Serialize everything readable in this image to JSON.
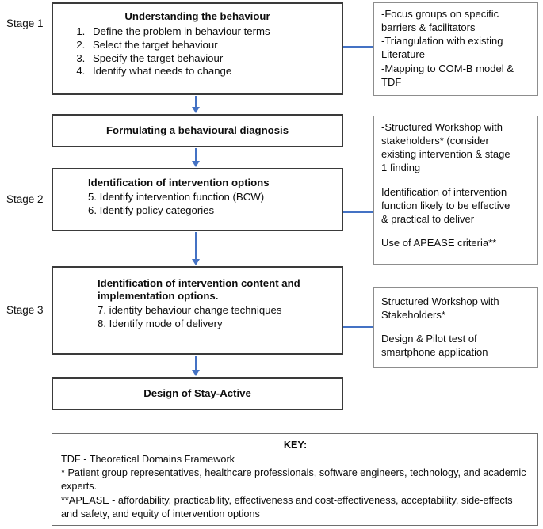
{
  "colors": {
    "connector": "#4472c4",
    "box_border": "#3a3a3a",
    "side_border": "#8d8d8d",
    "text": "#0d0d0d",
    "background": "#ffffff"
  },
  "stage_labels": {
    "stage1": "Stage 1",
    "stage2": "Stage 2",
    "stage3": "Stage 3"
  },
  "boxes": {
    "understanding": {
      "title": "Understanding the behaviour",
      "items": [
        "Define the problem in behaviour terms",
        "Select the target behaviour",
        "Specify the target behaviour",
        "Identify what needs to change"
      ]
    },
    "diagnosis": {
      "title": "Formulating a behavioural diagnosis"
    },
    "intervention_options": {
      "title": "Identification of intervention options",
      "items": [
        "5. Identify intervention function (BCW)",
        "6. Identify policy categories"
      ]
    },
    "intervention_content": {
      "title_line1": "Identification of intervention content and",
      "title_line2": "implementation options.",
      "items": [
        "7. identity behaviour change techniques",
        "8. Identify mode of delivery"
      ]
    },
    "design": {
      "title": "Design of Stay-Active"
    }
  },
  "side_notes": {
    "stage1": [
      "-Focus groups on specific",
      "barriers & facilitators",
      "-Triangulation with existing",
      "Literature",
      "-Mapping to COM-B model &",
      "TDF"
    ],
    "stage2_block1": [
      "-Structured Workshop with",
      "stakeholders* (consider",
      "existing intervention & stage",
      "1 finding"
    ],
    "stage2_block2": [
      "Identification of intervention",
      "function likely to be effective",
      "& practical to deliver"
    ],
    "stage2_block3": [
      "Use of APEASE criteria**"
    ],
    "stage3_block1": [
      "Structured Workshop with",
      "Stakeholders*"
    ],
    "stage3_block2": [
      "Design & Pilot test of",
      "smartphone application"
    ]
  },
  "key": {
    "title": "KEY:",
    "lines": [
      "TDF - Theoretical Domains Framework",
      "* Patient group representatives, healthcare professionals, software engineers, technology, and academic experts.",
      "**APEASE - affordability, practicability, effectiveness and cost-effectiveness, acceptability, side-effects and safety, and equity of intervention options"
    ]
  }
}
